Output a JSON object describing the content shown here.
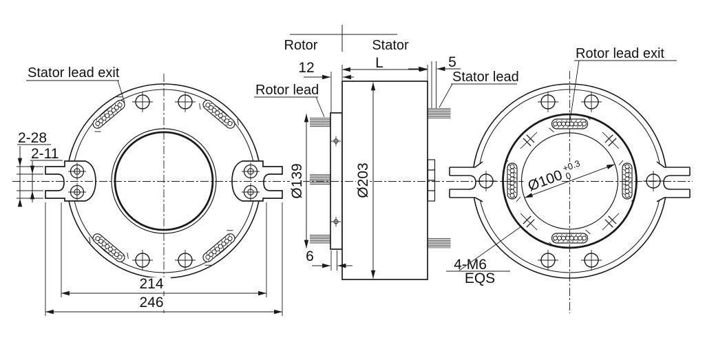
{
  "drawing": {
    "background": "#ffffff",
    "line_color": "#1a1a1a",
    "views": {
      "front": {
        "label_stator_lead_exit": "Stator lead exit",
        "dim_fork_width": "2-28",
        "dim_fork_slot": "2-11",
        "dim_bolt_span": "214",
        "dim_overall_width": "246"
      },
      "section": {
        "label_rotor": "Rotor",
        "label_stator": "Stator",
        "dim_rotor_flange_offset": "12",
        "dim_stator_length": "L",
        "dim_stator_lead_gap": "5",
        "dim_flange_step": "6",
        "dim_rotor_diameter": "Ø139",
        "dim_stator_diameter": "Ø203",
        "label_rotor_lead": "Rotor lead",
        "label_stator_lead": "Stator lead"
      },
      "rear": {
        "label_rotor_lead_exit": "Rotor lead exit",
        "dim_bore": "Ø100",
        "dim_bore_tol_upper": "+0.3",
        "dim_bore_tol_lower": "0",
        "label_thread": "4-M6",
        "label_thread_note": "EQS"
      }
    }
  }
}
